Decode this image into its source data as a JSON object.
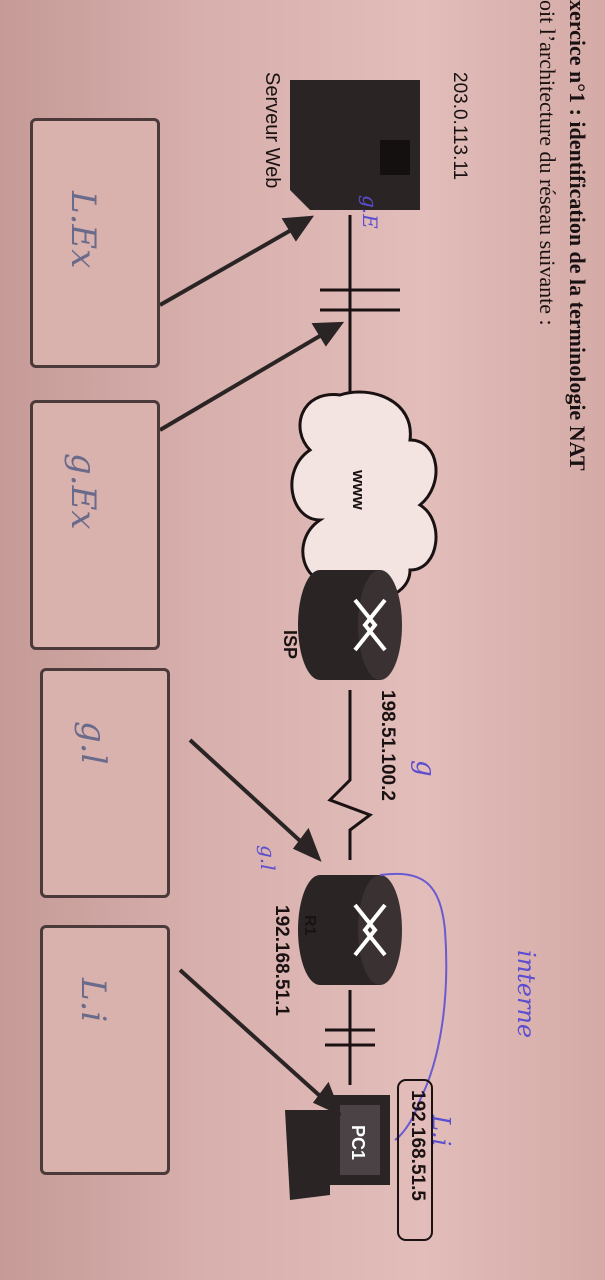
{
  "exercise": {
    "title": "xercice n°1 : identification de la terminologie NAT",
    "subtitle": "oit l’architecture du réseau suivante :"
  },
  "devices": {
    "server_label": "Serveur Web",
    "server_ip": "203.0.113.11",
    "cloud_label": "www",
    "isp_label": "ISP",
    "isp_ip": "198.51.100.2",
    "router_label": "R1",
    "router_ip": "192.168.51.1",
    "pc_label": "PC1",
    "pc_ip": "192.168.51.5"
  },
  "handwriting": {
    "server_note": "g.E",
    "isp_note": "g",
    "r1_note": "g.l",
    "pc_note": "L.i",
    "interne": "interne"
  },
  "answer_boxes": [
    {
      "answer": "L.Ex"
    },
    {
      "answer": "g.Ex"
    },
    {
      "answer": "g.l"
    },
    {
      "answer": "L.i"
    }
  ]
}
